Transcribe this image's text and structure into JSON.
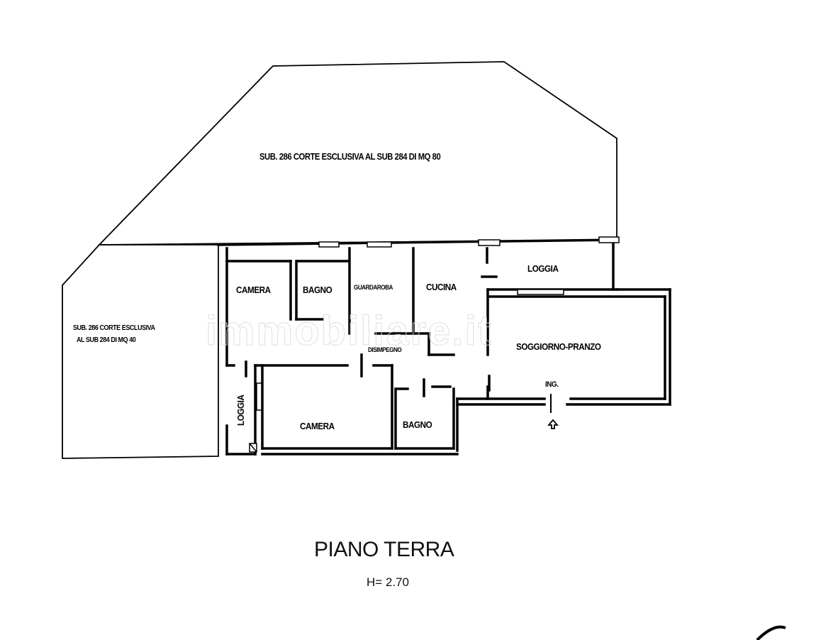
{
  "plan": {
    "title": "PIANO TERRA",
    "height_note": "H= 2.70",
    "watermark": "immobiliare.it",
    "court_top": {
      "label": "SUB. 286 CORTE ESCLUSIVA AL SUB  284 DI MQ 80"
    },
    "court_left": {
      "line1": "SUB. 286 CORTE ESCLUSIVA",
      "line2": "AL SUB  284 DI MQ 40"
    },
    "rooms": [
      {
        "id": "camera-1",
        "label": "CAMERA"
      },
      {
        "id": "bagno-1",
        "label": "BAGNO"
      },
      {
        "id": "guardaroba",
        "label": "GUARDAROBA"
      },
      {
        "id": "cucina",
        "label": "CUCINA"
      },
      {
        "id": "loggia-1",
        "label": "LOGGIA"
      },
      {
        "id": "soggiorno-pranzo",
        "label": "SOGGIORNO-PRANZO"
      },
      {
        "id": "disimpegno",
        "label": "DISIMPEGNO"
      },
      {
        "id": "ingresso",
        "label": "ING."
      },
      {
        "id": "loggia-2",
        "label": "LOGGIA"
      },
      {
        "id": "camera-2",
        "label": "CAMERA"
      },
      {
        "id": "bagno-2",
        "label": "BAGNO"
      }
    ],
    "entrance_icon": "entrance-arrow-icon"
  }
}
